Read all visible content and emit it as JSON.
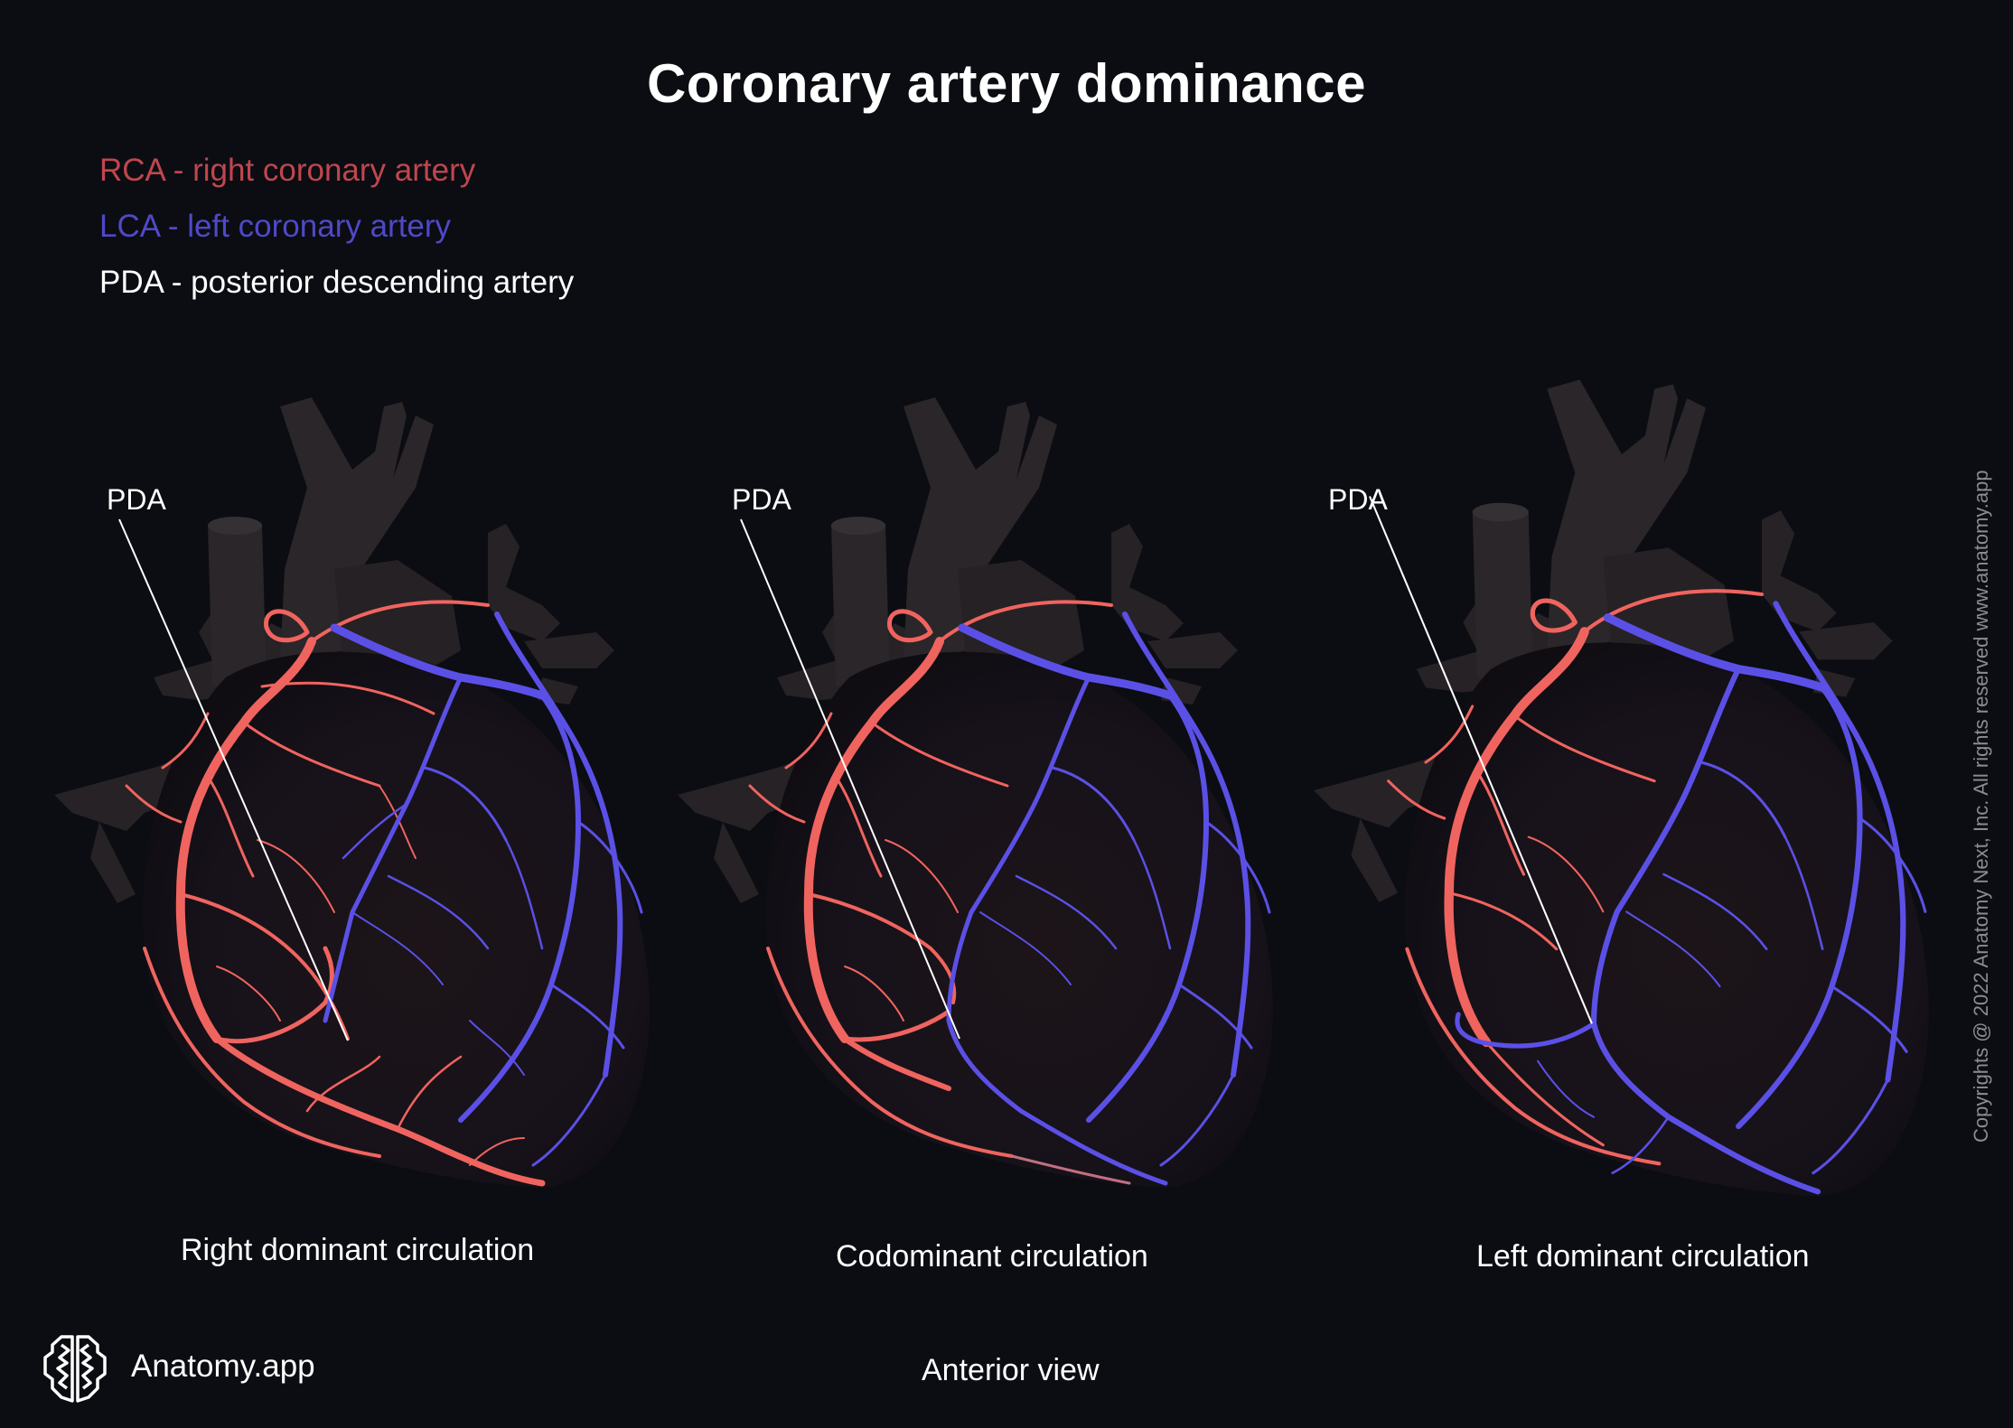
{
  "title": "Coronary artery dominance",
  "legend": [
    {
      "abbr_line": "RCA - right coronary artery",
      "color": "#c0464f"
    },
    {
      "abbr_line": "LCA - left coronary artery",
      "color": "#5048c8"
    },
    {
      "abbr_line": "PDA - posterior descending artery",
      "color": "#ffffff"
    }
  ],
  "panels": [
    {
      "pda_label": "PDA",
      "caption": "Right dominant circulation"
    },
    {
      "pda_label": "PDA",
      "caption": "Codominant circulation"
    },
    {
      "pda_label": "PDA",
      "caption": "Left dominant circulation"
    }
  ],
  "view_label": "Anterior view",
  "brand": {
    "name": "Anatomy.app",
    "icon": "brain-icon"
  },
  "copyright": "Copyrights @ 2022 Anatomy Next, Inc. All rights reserved www.anatomy.app",
  "colors": {
    "background": "#0b0d12",
    "rca": "#f0605c",
    "lca": "#5a4fe0",
    "tissue": "#2a2528"
  }
}
